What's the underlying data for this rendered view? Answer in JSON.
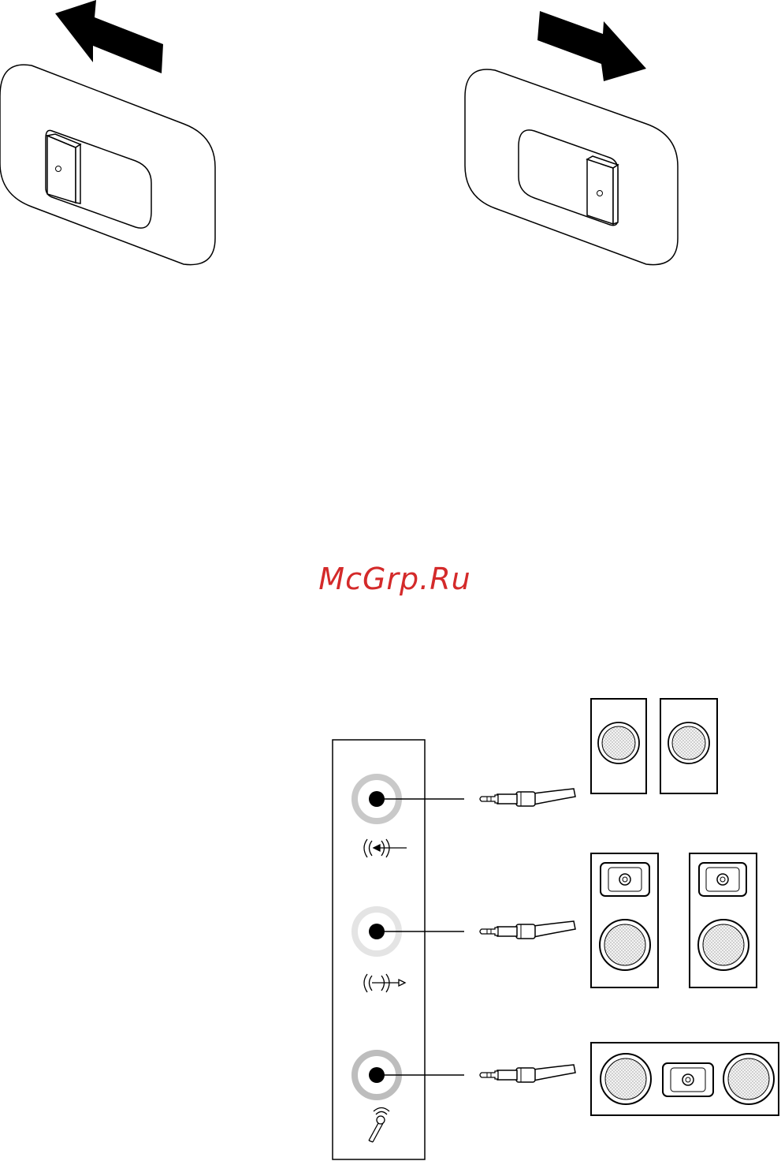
{
  "watermark": {
    "text": "McGrp.Ru",
    "color": "#d42a2a"
  },
  "panels": {
    "top": [
      {
        "name": "switch-left",
        "state": "left",
        "arrow": "left"
      },
      {
        "name": "switch-right",
        "state": "right",
        "arrow": "right"
      }
    ]
  },
  "jacks": [
    {
      "icon": "line-in-icon",
      "ring_color": "#c9c9c9",
      "connects_to": "stereo-speakers"
    },
    {
      "icon": "line-out-icon",
      "ring_color": "#e4e4e4",
      "connects_to": "bookshelf-speakers"
    },
    {
      "icon": "microphone-icon",
      "ring_color": "#bdbdbd",
      "connects_to": "center-speaker"
    }
  ],
  "colors": {
    "stroke": "#000000",
    "panel_fill": "#ffffff",
    "cone_fill": "#e8e8e8"
  }
}
